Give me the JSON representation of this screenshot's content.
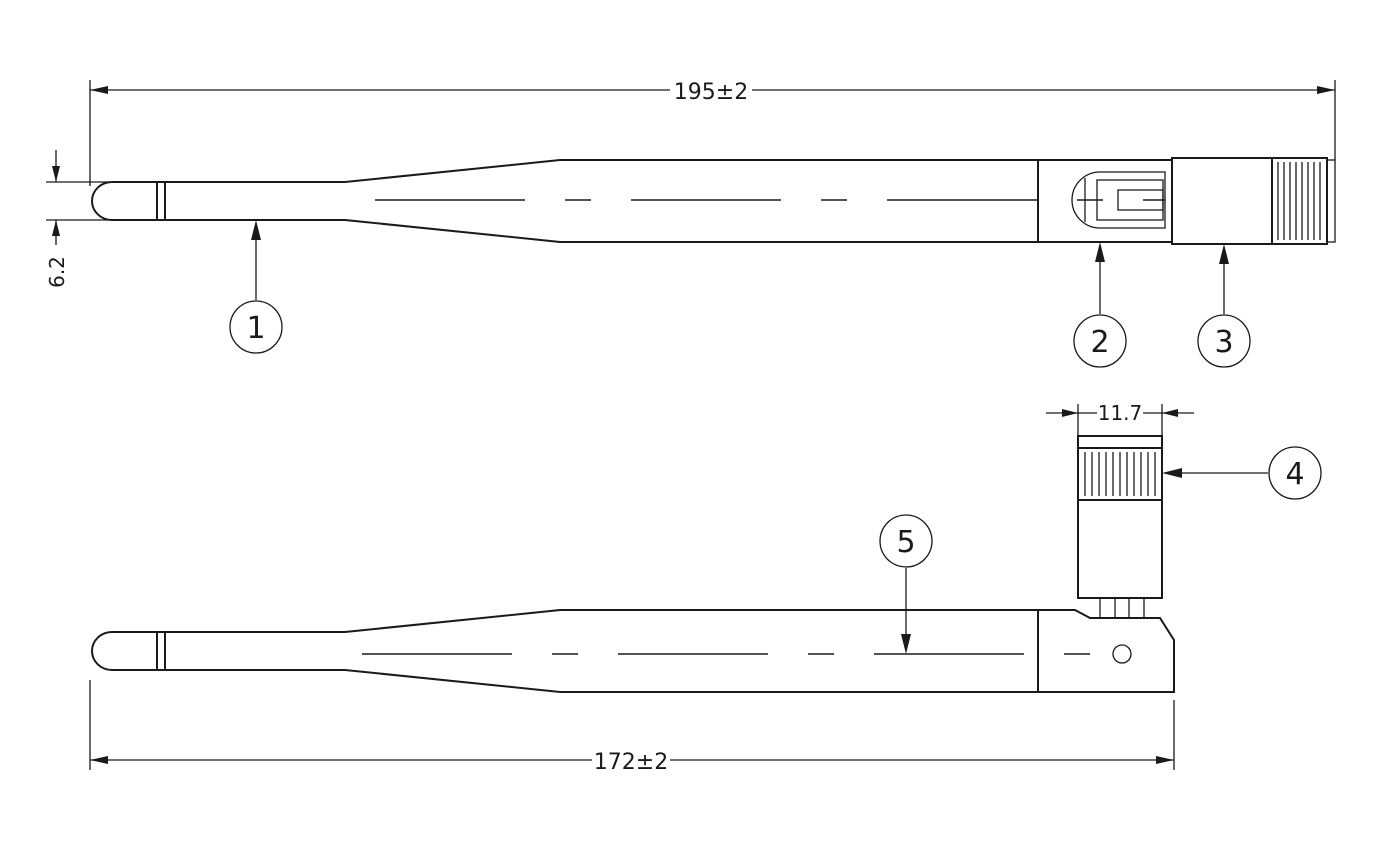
{
  "dimensions": {
    "overall_length_straight": "195±2",
    "overall_length_bent": "172±2",
    "tip_diameter": "6.2",
    "connector_width": "11.7"
  },
  "callouts": [
    "1",
    "2",
    "3",
    "4",
    "5"
  ],
  "colors": {
    "line": "#1a1a1a",
    "background": "#ffffff"
  }
}
